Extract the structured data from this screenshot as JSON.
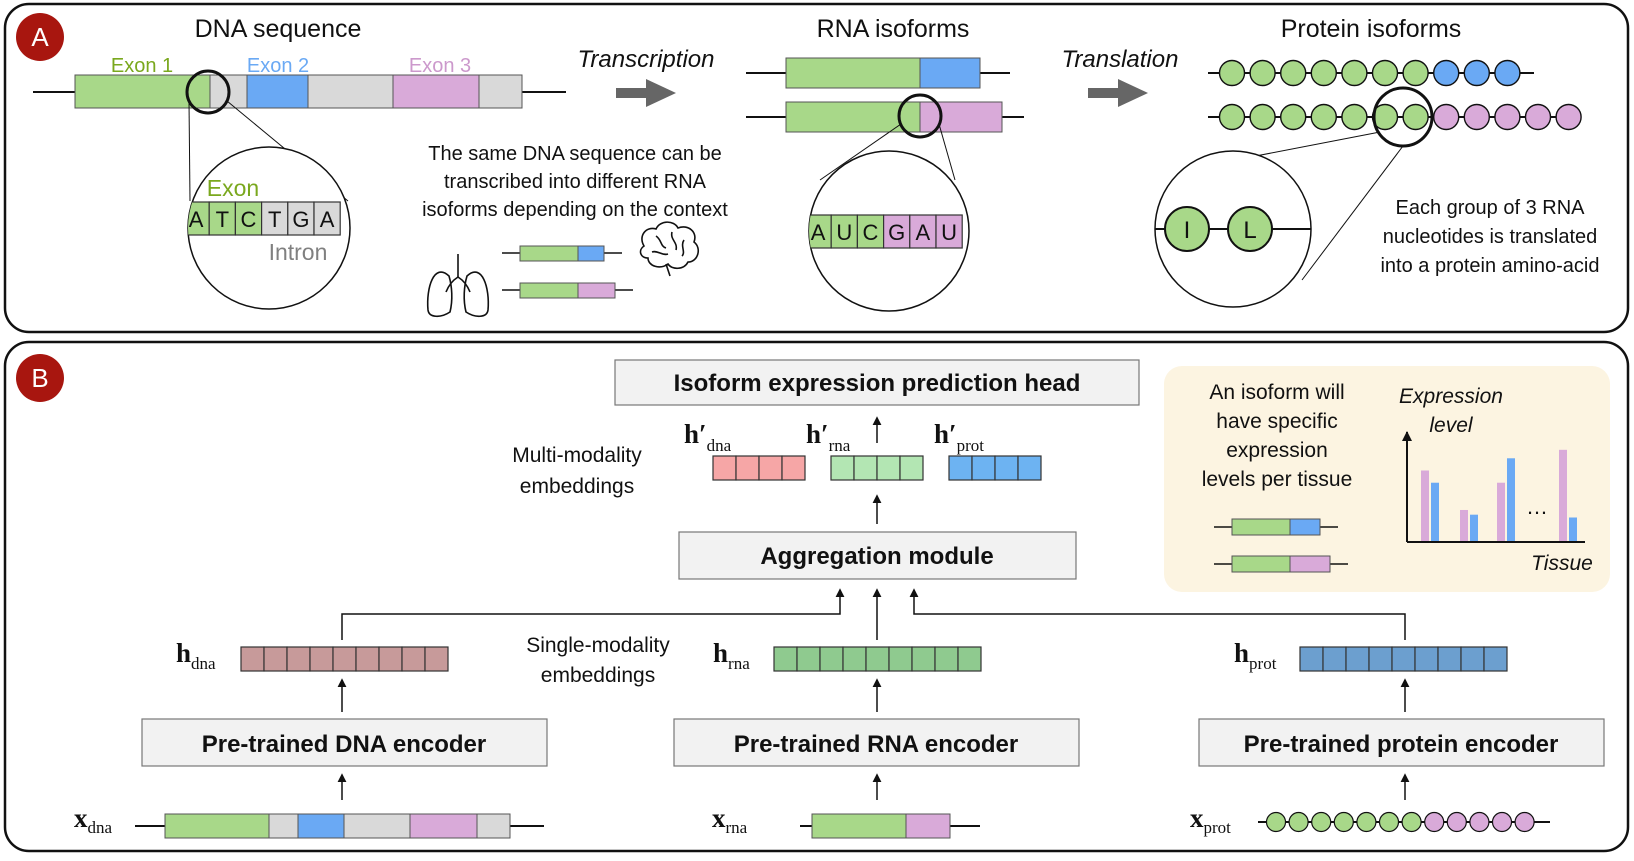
{
  "colors": {
    "green": "#a8d889",
    "blue": "#6aa9f4",
    "pink": "#d9aad9",
    "grey": "#d9d9d9",
    "badge": "#a8160f",
    "panel_border": "#111111",
    "beige": "#fcf4e1",
    "dna_emb": "#c79a9a",
    "rna_emb": "#8fca8f",
    "prot_emb": "#6c9fcf",
    "dna_emb_prime": "#f6a6a6",
    "rna_emb_prime": "#b3e6b3",
    "prot_emb_prime": "#6db3f2",
    "exon_label_green": "#7aa81e",
    "exon_label_blue": "#6aa9f4",
    "exon_label_pink": "#cc99cc"
  },
  "panel_a": {
    "badge": "A",
    "dna_title": "DNA sequence",
    "exon1": "Exon 1",
    "exon2": "Exon 2",
    "exon3": "Exon 3",
    "transcription": "Transcription",
    "rna_title": "RNA isoforms",
    "translation": "Translation",
    "protein_title": "Protein isoforms",
    "zoom_exon": "Exon",
    "zoom_intron": "Intron",
    "dna_letters": [
      "A",
      "T",
      "C",
      "T",
      "G",
      "A"
    ],
    "rna_letters": [
      "A",
      "U",
      "C",
      "G",
      "A",
      "U"
    ],
    "context_text": [
      "The same DNA sequence can be",
      "transcribed into different RNA",
      "isoforms depending on the context"
    ],
    "amino_left": "I",
    "amino_right": "L",
    "translate_text": [
      "Each group of 3 RNA",
      "nucleotides is translated",
      "into a protein amino-acid"
    ],
    "organ_icons": [
      "lungs-icon",
      "brain-icon"
    ]
  },
  "panel_b": {
    "badge": "B",
    "head": "Isoform expression prediction head",
    "h_dna_prime": "h′",
    "h_dna_prime_sub": "dna",
    "h_rna_prime": "h′",
    "h_rna_prime_sub": "rna",
    "h_prot_prime": "h′",
    "h_prot_prime_sub": "prot",
    "multi_label": [
      "Multi-modality",
      "embeddings"
    ],
    "aggregation": "Aggregation module",
    "single_label": [
      "Single-modality",
      "embeddings"
    ],
    "h_dna": "h",
    "h_dna_sub": "dna",
    "h_rna": "h",
    "h_rna_sub": "rna",
    "h_prot": "h",
    "h_prot_sub": "prot",
    "dna_encoder": "Pre-trained DNA encoder",
    "rna_encoder": "Pre-trained RNA encoder",
    "protein_encoder": "Pre-trained protein encoder",
    "x_dna": "x",
    "x_dna_sub": "dna",
    "x_rna": "x",
    "x_rna_sub": "rna",
    "x_prot": "x",
    "x_prot_sub": "prot",
    "inset_text": [
      "An isoform will",
      "have specific",
      "expression",
      "levels per tissue"
    ],
    "inset_y_label": [
      "Expression",
      "level"
    ],
    "inset_x_label": "Tissue",
    "inset_ellipsis": "…",
    "expression_bars": [
      {
        "pink": 0.75,
        "blue": 0.62
      },
      {
        "pink": 0.33,
        "blue": 0.28
      },
      {
        "pink": 0.62,
        "blue": 0.88
      },
      {
        "pink": 0.97,
        "blue": 0.25
      }
    ]
  }
}
